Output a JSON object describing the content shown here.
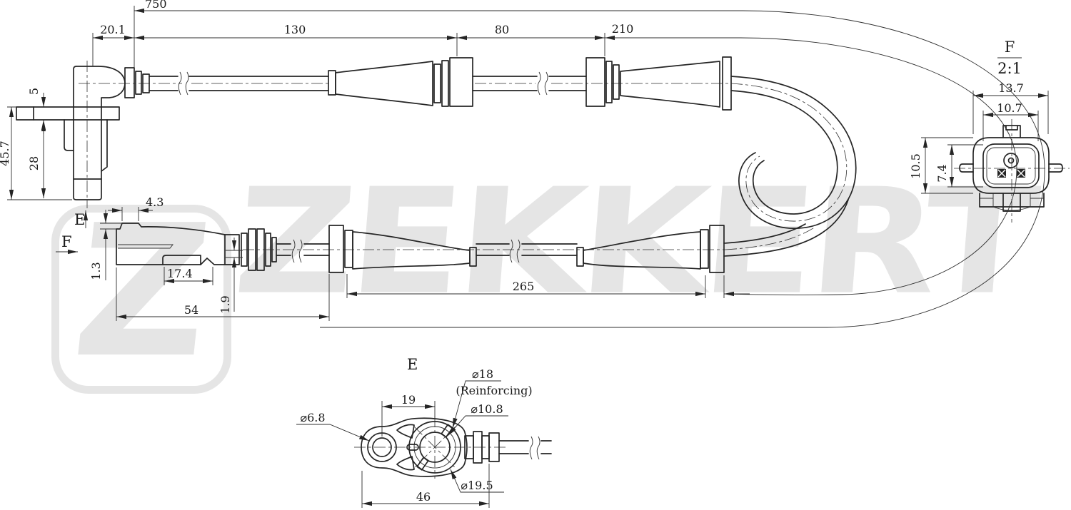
{
  "brand": {
    "watermark_text": "ZEKKERT",
    "logo_letter": "Z",
    "watermark_color": "#e5e5e5",
    "line_color": "#252525"
  },
  "view_arrows": {
    "e": "E",
    "f": "F"
  },
  "top_view": {
    "dim_total_length": "750",
    "dim_sensor_to_grommet": "20.1",
    "dim_seg_130": "130",
    "dim_seg_80": "80",
    "dim_seg_210": "210",
    "dim_height_total": "45.7",
    "dim_flange_thickness": "5",
    "dim_lower_body": "28"
  },
  "side_view": {
    "dim_latch_length": "4.3",
    "dim_latch_height": "1.3",
    "dim_tab_length": "17.4",
    "dim_connector_length": "54",
    "dim_offset": "1.9",
    "dim_cable_section": "265"
  },
  "detail_e": {
    "title": "E",
    "dim_hole_diameter": "⌀6.8",
    "dim_hole_spacing": "19",
    "dim_reinforcing_diameter": "⌀18",
    "note_reinforcing": "(Reinforcing)",
    "dim_inner_diameter": "⌀10.8",
    "dim_outer_diameter": "⌀19.5",
    "dim_overall_width": "46"
  },
  "detail_f": {
    "title": "F",
    "scale": "2:1",
    "dim_outer_width": "13.7",
    "dim_inner_width": "10.7",
    "dim_outer_height": "10.5",
    "dim_inner_height": "7.4"
  }
}
